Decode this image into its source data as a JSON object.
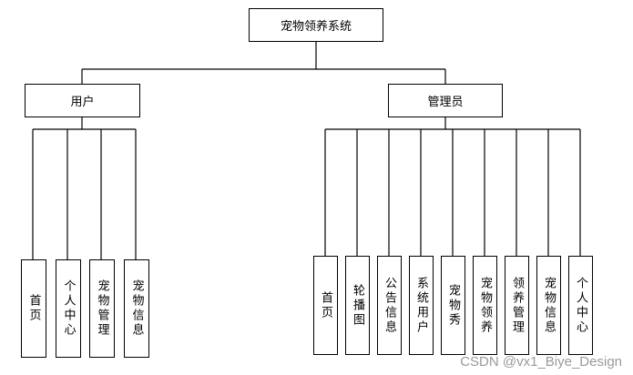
{
  "root": "宠物领养系统",
  "roles": [
    {
      "name": "用户",
      "children": [
        "首页",
        "个人中心",
        "宠物管理",
        "宠物信息"
      ]
    },
    {
      "name": "管理员",
      "children": [
        "首页",
        "轮播图",
        "公告信息",
        "系统用户",
        "宠物秀",
        "宠物领养",
        "领养管理",
        "宠物信息",
        "个人中心"
      ]
    }
  ],
  "watermark": "CSDN @vx1_Biye_Design"
}
